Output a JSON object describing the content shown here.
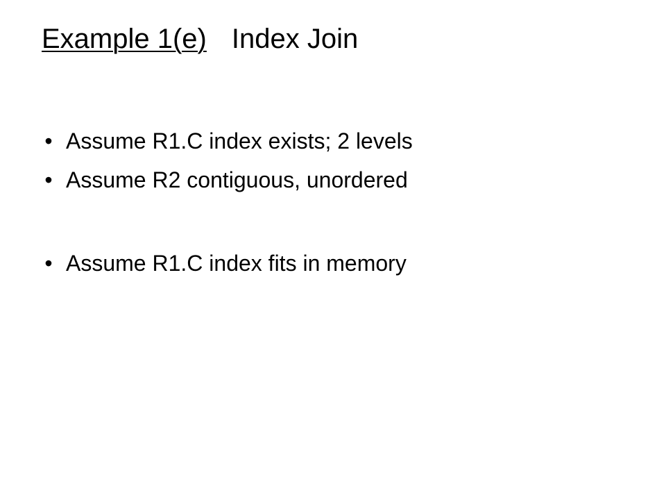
{
  "slide": {
    "title": {
      "prefix": "Example 1(e)",
      "main": "Index Join"
    },
    "bullets": [
      {
        "marker": "•",
        "text": "Assume R1.C index exists; 2 levels"
      },
      {
        "marker": "•",
        "text": "Assume R2 contiguous, unordered"
      },
      {
        "marker": "•",
        "text": "Assume R1.C index fits in memory"
      }
    ]
  }
}
